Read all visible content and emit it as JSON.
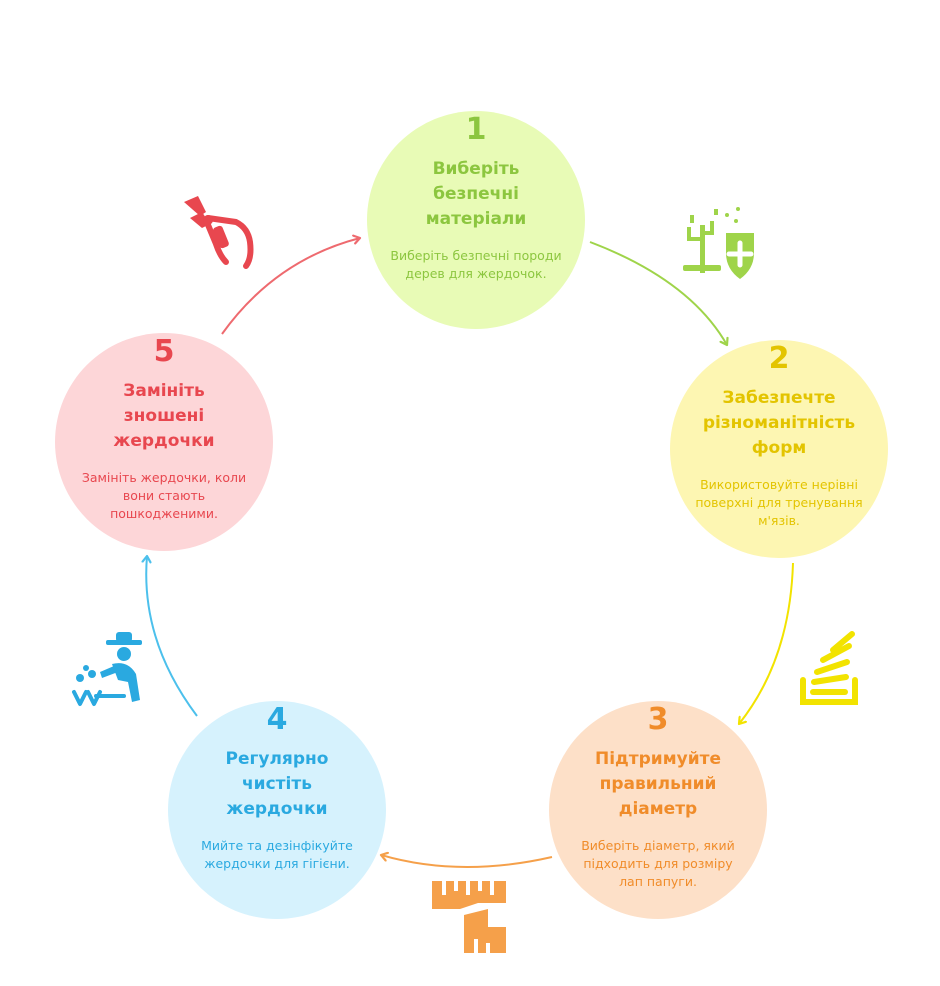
{
  "steps": [
    {
      "number": "1",
      "title": "Виберіть безпечні матеріали",
      "description": "Виберіть безпечні породи дерев для жердочок.",
      "fill": "#e8fbb6",
      "accent": "#8cc63f"
    },
    {
      "number": "2",
      "title": "Забезпечте різноманітність форм",
      "description": "Використовуйте нерівні поверхні для тренування м'язів.",
      "fill": "#fdf6b2",
      "accent": "#e3c400"
    },
    {
      "number": "3",
      "title": "Підтримуйте правильний діаметр",
      "description": "Виберіть діаметр, який підходить для розміру лап папуги.",
      "fill": "#fde0c8",
      "accent": "#f08c2a"
    },
    {
      "number": "4",
      "title": "Регулярно чистіть жердочки",
      "description": "Мийте та дезінфікуйте жердочки для гігієни.",
      "fill": "#d6f2fd",
      "accent": "#2aa9e0"
    },
    {
      "number": "5",
      "title": "Замініть зношені жердочки",
      "description": "Замініть жердочки, коли вони стають пошкодженими.",
      "fill": "#fdd6d8",
      "accent": "#e8474f"
    }
  ],
  "icons": {
    "step1": "tree-shield-icon",
    "step2": "stack-icon",
    "step3": "ruler-icon",
    "step4": "gardener-icon",
    "step5": "pruning-shears-icon"
  },
  "arrow_colors": [
    "#9fd44a",
    "#f2e300",
    "#f5a04a",
    "#4cc0ec",
    "#ee6a6f"
  ]
}
